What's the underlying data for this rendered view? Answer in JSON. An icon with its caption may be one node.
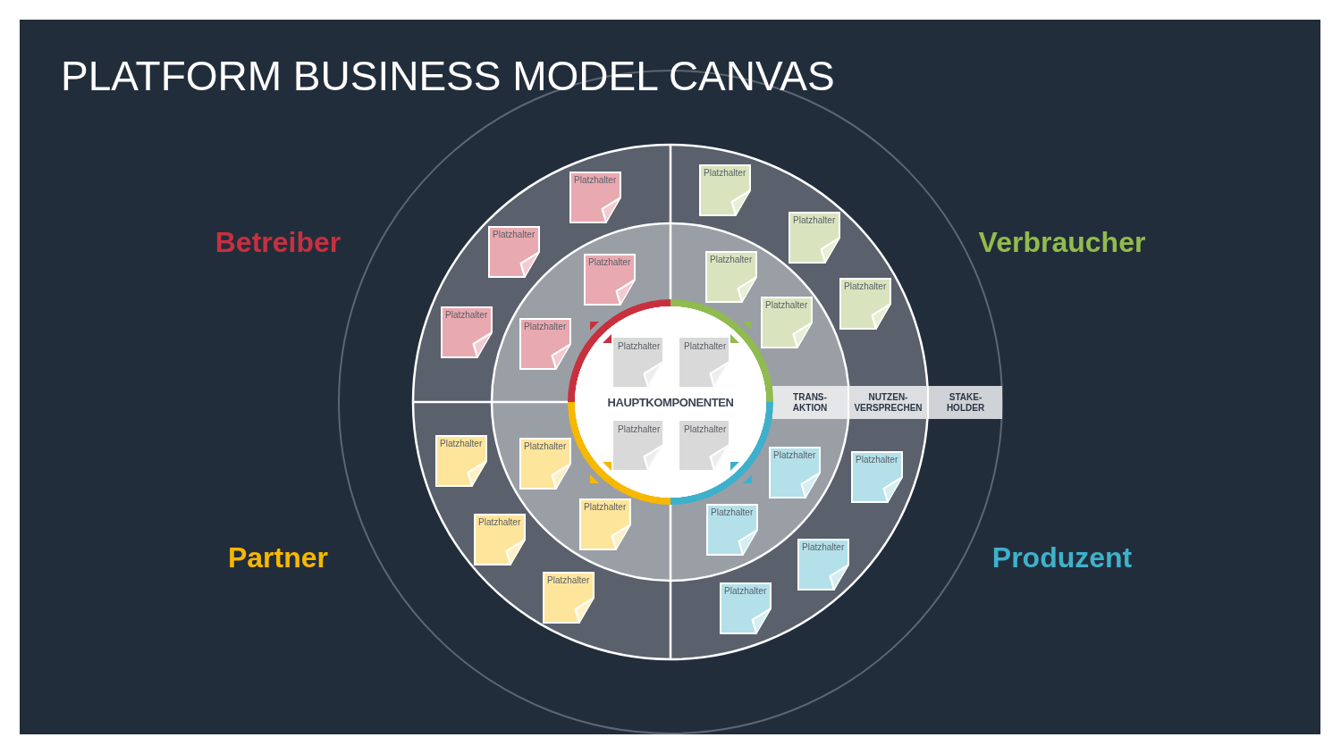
{
  "diagram": {
    "title": "PLATFORM BUSINESS MODEL CANVAS",
    "nodes": [
      {
        "text": [
          "Platzhalter"
        ]
      },
      {
        "text": [
          "Platzhalter"
        ]
      },
      {
        "text": [
          "Platzhalter"
        ]
      },
      {
        "text": [
          "Platzhalter"
        ]
      },
      {
        "text": [
          "Platzhalter"
        ]
      },
      {
        "text": [
          "Platzhalter"
        ]
      },
      {
        "text": [
          "Platzhalter"
        ]
      },
      {
        "text": [
          "Platzhalter"
        ]
      },
      {
        "text": [
          "Platzhalter"
        ]
      },
      {
        "text": [
          "Platzhalter"
        ]
      },
      {
        "text": [
          "HAUPTKOMPONENTEN"
        ]
      },
      {
        "text": [
          "Platzhalter"
        ],
        "in": 10
      },
      {
        "text": [
          "Platzhalter"
        ],
        "in": 10
      },
      {
        "text": [
          "Platzhalter"
        ],
        "in": 10
      },
      {
        "text": [
          "Platzhalter"
        ],
        "in": 10
      },
      {
        "text": [
          "TRANS- AKTION"
        ]
      },
      {
        "text": [
          "NUTZEN- VERSPRECHEN"
        ]
      },
      {
        "text": [
          "STAKE- HOLDER"
        ]
      },
      {
        "text": [
          "Platzhalter"
        ]
      },
      {
        "text": [
          "Platzhalter"
        ]
      },
      {
        "text": [
          "Platzhalter"
        ]
      },
      {
        "text": [
          "Platzhalter"
        ]
      },
      {
        "text": [
          "Platzhalter"
        ]
      },
      {
        "text": [
          "Platzhalter"
        ]
      },
      {
        "text": [
          "Platzhalter"
        ]
      },
      {
        "text": [
          "Platzhalter"
        ]
      },
      {
        "text": [
          "Platzhalter"
        ]
      },
      {
        "text": [
          "Platzhalter"
        ]
      }
    ],
    "labels": [
      "Betreiber",
      "Verbraucher",
      "Partner",
      "Produzent"
    ]
  }
}
